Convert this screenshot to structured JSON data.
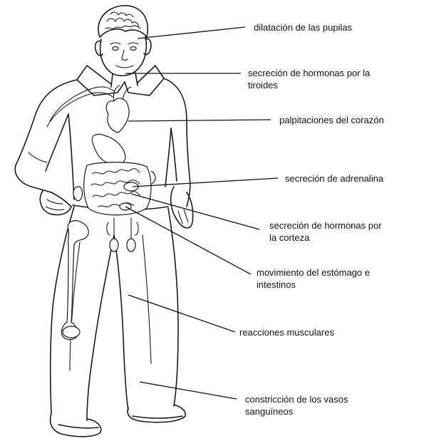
{
  "labels": [
    {
      "id": "pupils",
      "text": "dilatación de las pupilas"
    },
    {
      "id": "thyroid",
      "text": "secreción de hormonas por la\ntiroides"
    },
    {
      "id": "heart",
      "text": "palpitaciones del corazón"
    },
    {
      "id": "adrenaline",
      "text": "secreción de adrenalina"
    },
    {
      "id": "cortex",
      "text": "secreción de hormonas por\nla corteza"
    },
    {
      "id": "stomach",
      "text": "movimiento del estómago e\nintestinos"
    },
    {
      "id": "muscles",
      "text": "reacciones musculares"
    },
    {
      "id": "vessels",
      "text": "constricción de los vasos\nsanguíneos"
    }
  ]
}
